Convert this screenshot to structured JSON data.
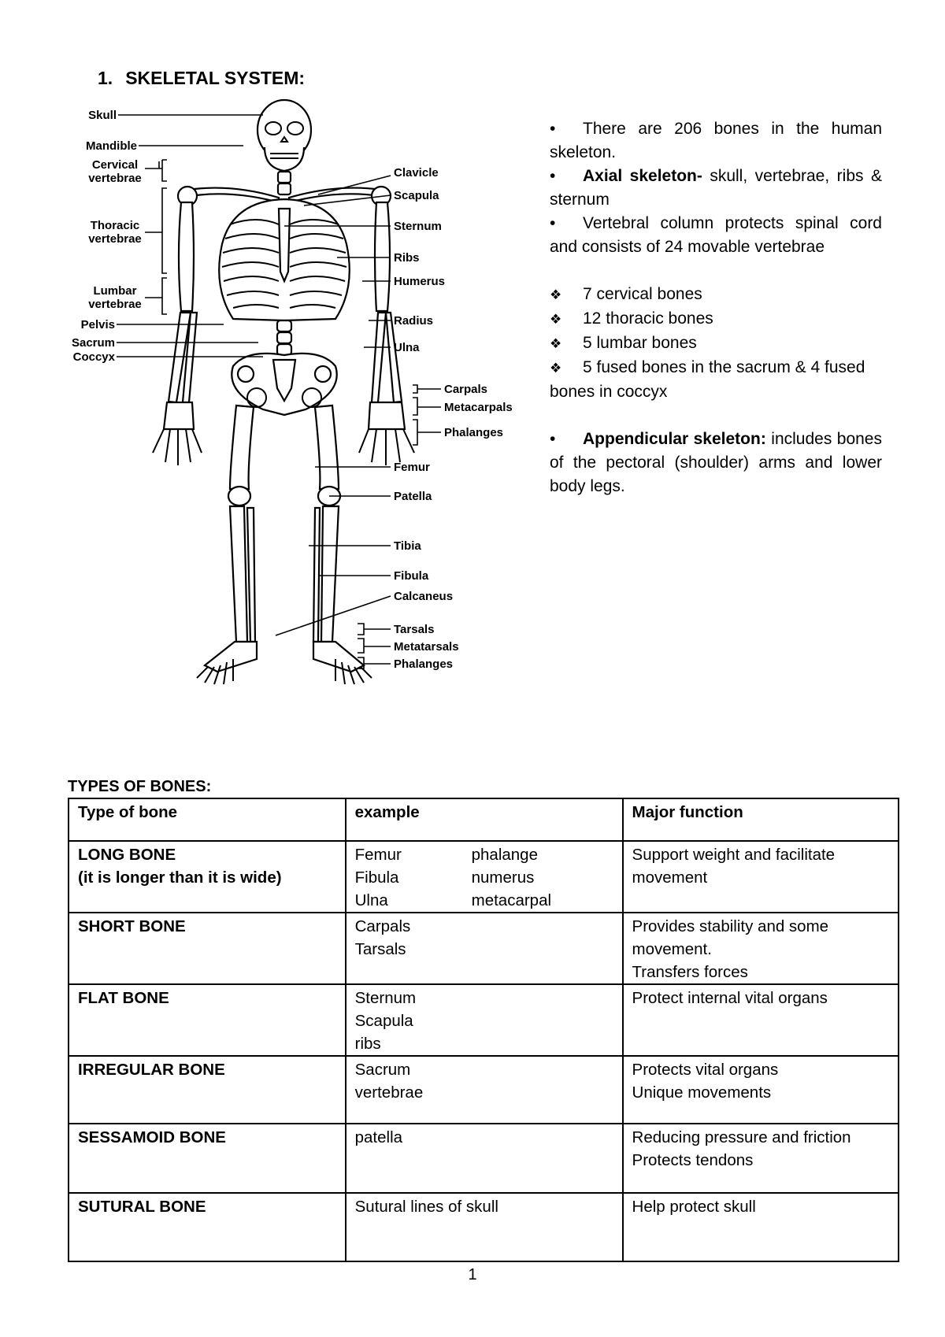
{
  "heading": {
    "number": "1.",
    "title": "SKELETAL SYSTEM:"
  },
  "diagram": {
    "left_labels": [
      "Skull",
      "Mandible",
      "Cervical",
      "vertebrae",
      "Thoracic",
      "vertebrae",
      "Lumbar",
      "vertebrae",
      "Pelvis",
      "Sacrum",
      "Coccyx"
    ],
    "right_labels": [
      "Clavicle",
      "Scapula",
      "Sternum",
      "Ribs",
      "Humerus",
      "Radius",
      "Ulna",
      "Carpals",
      "Metacarpals",
      "Phalanges",
      "Femur",
      "Patella",
      "Tibia",
      "Fibula",
      "Calcaneus",
      "Tarsals",
      "Metatarsals",
      "Phalanges"
    ]
  },
  "notes": {
    "p1": "There are 206 bones in the human skeleton.",
    "p2_bold": "Axial skeleton-",
    "p2_rest": " skull, vertebrae, ribs & sternum",
    "p3": "Vertebral column protects spinal cord and consists of  24 movable vertebrae",
    "list": [
      "7 cervical bones",
      "12 thoracic bones",
      "5 lumbar bones",
      "5 fused bones in the sacrum & 4 fused bones in coccyx"
    ],
    "p4_bold": "Appendicular skeleton:",
    "p4_rest": " includes bones of the pectoral (shoulder) arms and lower body legs."
  },
  "types_title": "TYPES OF BONES:",
  "table": {
    "headers": [
      "Type of bone",
      "example",
      "Major function"
    ],
    "long": {
      "type": "LONG BONE",
      "sub": "(it is longer than it is wide)",
      "ex_left": [
        "Femur",
        "Fibula",
        "Ulna"
      ],
      "ex_right": [
        "phalange",
        "numerus",
        "metacarpal"
      ],
      "func": [
        "Support weight and facilitate",
        "movement"
      ]
    },
    "short": {
      "type": "SHORT BONE",
      "ex": [
        "Carpals",
        "Tarsals"
      ],
      "func": [
        "Provides stability and some",
        "movement.",
        "Transfers forces"
      ]
    },
    "flat": {
      "type": "FLAT BONE",
      "ex": [
        "Sternum",
        "Scapula",
        "ribs"
      ],
      "func": [
        "Protect internal vital organs"
      ]
    },
    "irregular": {
      "type": "IRREGULAR BONE",
      "ex": [
        "Sacrum",
        "vertebrae"
      ],
      "func": [
        "Protects vital organs",
        "Unique movements"
      ]
    },
    "sesamoid": {
      "type": "SESSAMOID BONE",
      "ex": [
        "patella"
      ],
      "func": [
        "Reducing pressure and friction",
        "Protects tendons"
      ]
    },
    "sutural": {
      "type": "SUTURAL BONE",
      "ex": [
        "Sutural lines of skull"
      ],
      "func": [
        "Help protect skull"
      ]
    }
  },
  "page_number": "1"
}
